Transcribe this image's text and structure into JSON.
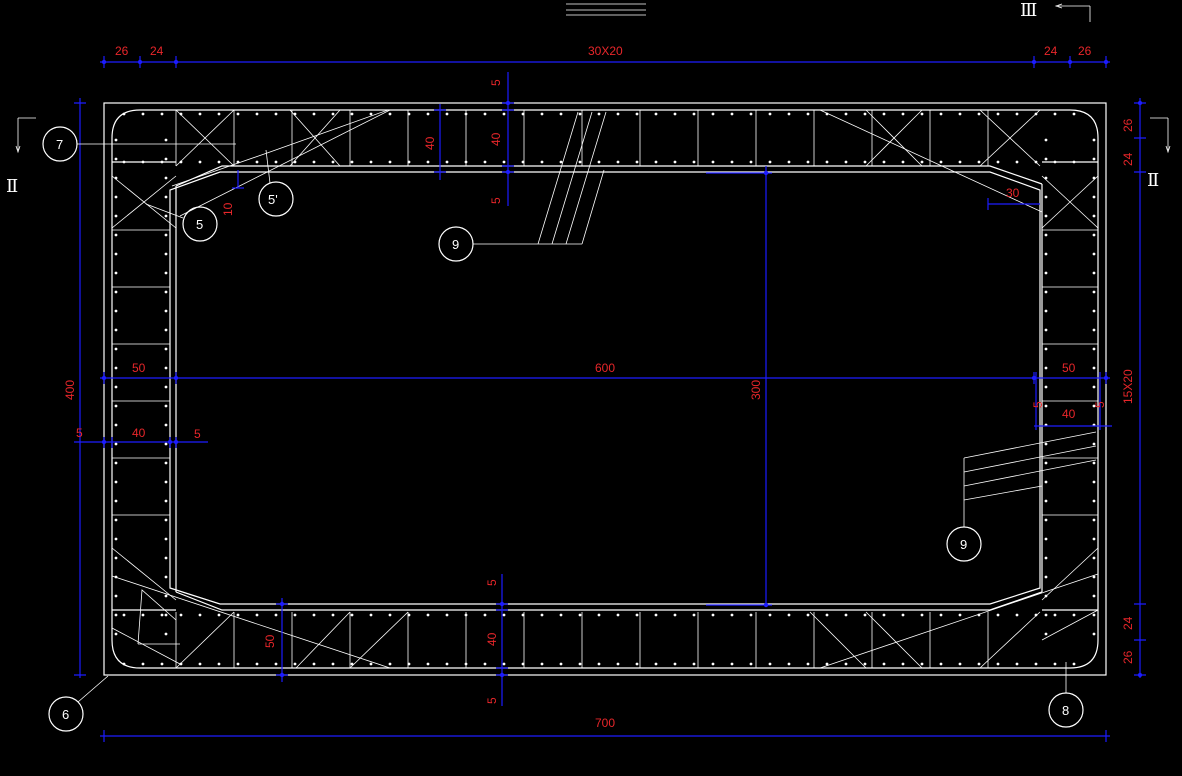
{
  "colors": {
    "background": "#000000",
    "structure": "#ffffff",
    "dimension_line": "#1c1cff",
    "dimension_text": "#e8262a"
  },
  "dimensions": {
    "top_left_26": "26",
    "top_left_24": "24",
    "top_span": "30X20",
    "top_right_24": "24",
    "top_right_26": "26",
    "left_height": "400",
    "right_26_top": "26",
    "right_24_top": "24",
    "right_span": "15X20",
    "right_24_bottom": "24",
    "right_26_bottom": "26",
    "mid_left_50": "50",
    "mid_span_600": "600",
    "mid_right_50": "50",
    "vertical_300": "300",
    "left_5": "5",
    "left_40": "40",
    "left_5b": "5",
    "right_5": "5",
    "right_40": "40",
    "right_5b": "5",
    "top_mid_5a": "5",
    "top_mid_40": "40",
    "top_mid_5b": "5",
    "top_left_40": "40",
    "haunch_10": "10",
    "haunch_30": "30",
    "bottom_mid_5a": "5",
    "bottom_mid_40": "40",
    "bottom_mid_5b": "5",
    "bottom_left_50": "50",
    "bottom_span": "700"
  },
  "callouts": {
    "c7": "7",
    "c5": "5",
    "c5p": "5'",
    "c9a": "9",
    "c9b": "9",
    "c6": "6",
    "c8": "8"
  },
  "sections": {
    "left": "Ⅱ",
    "right": "Ⅱ",
    "top": "Ⅲ"
  }
}
